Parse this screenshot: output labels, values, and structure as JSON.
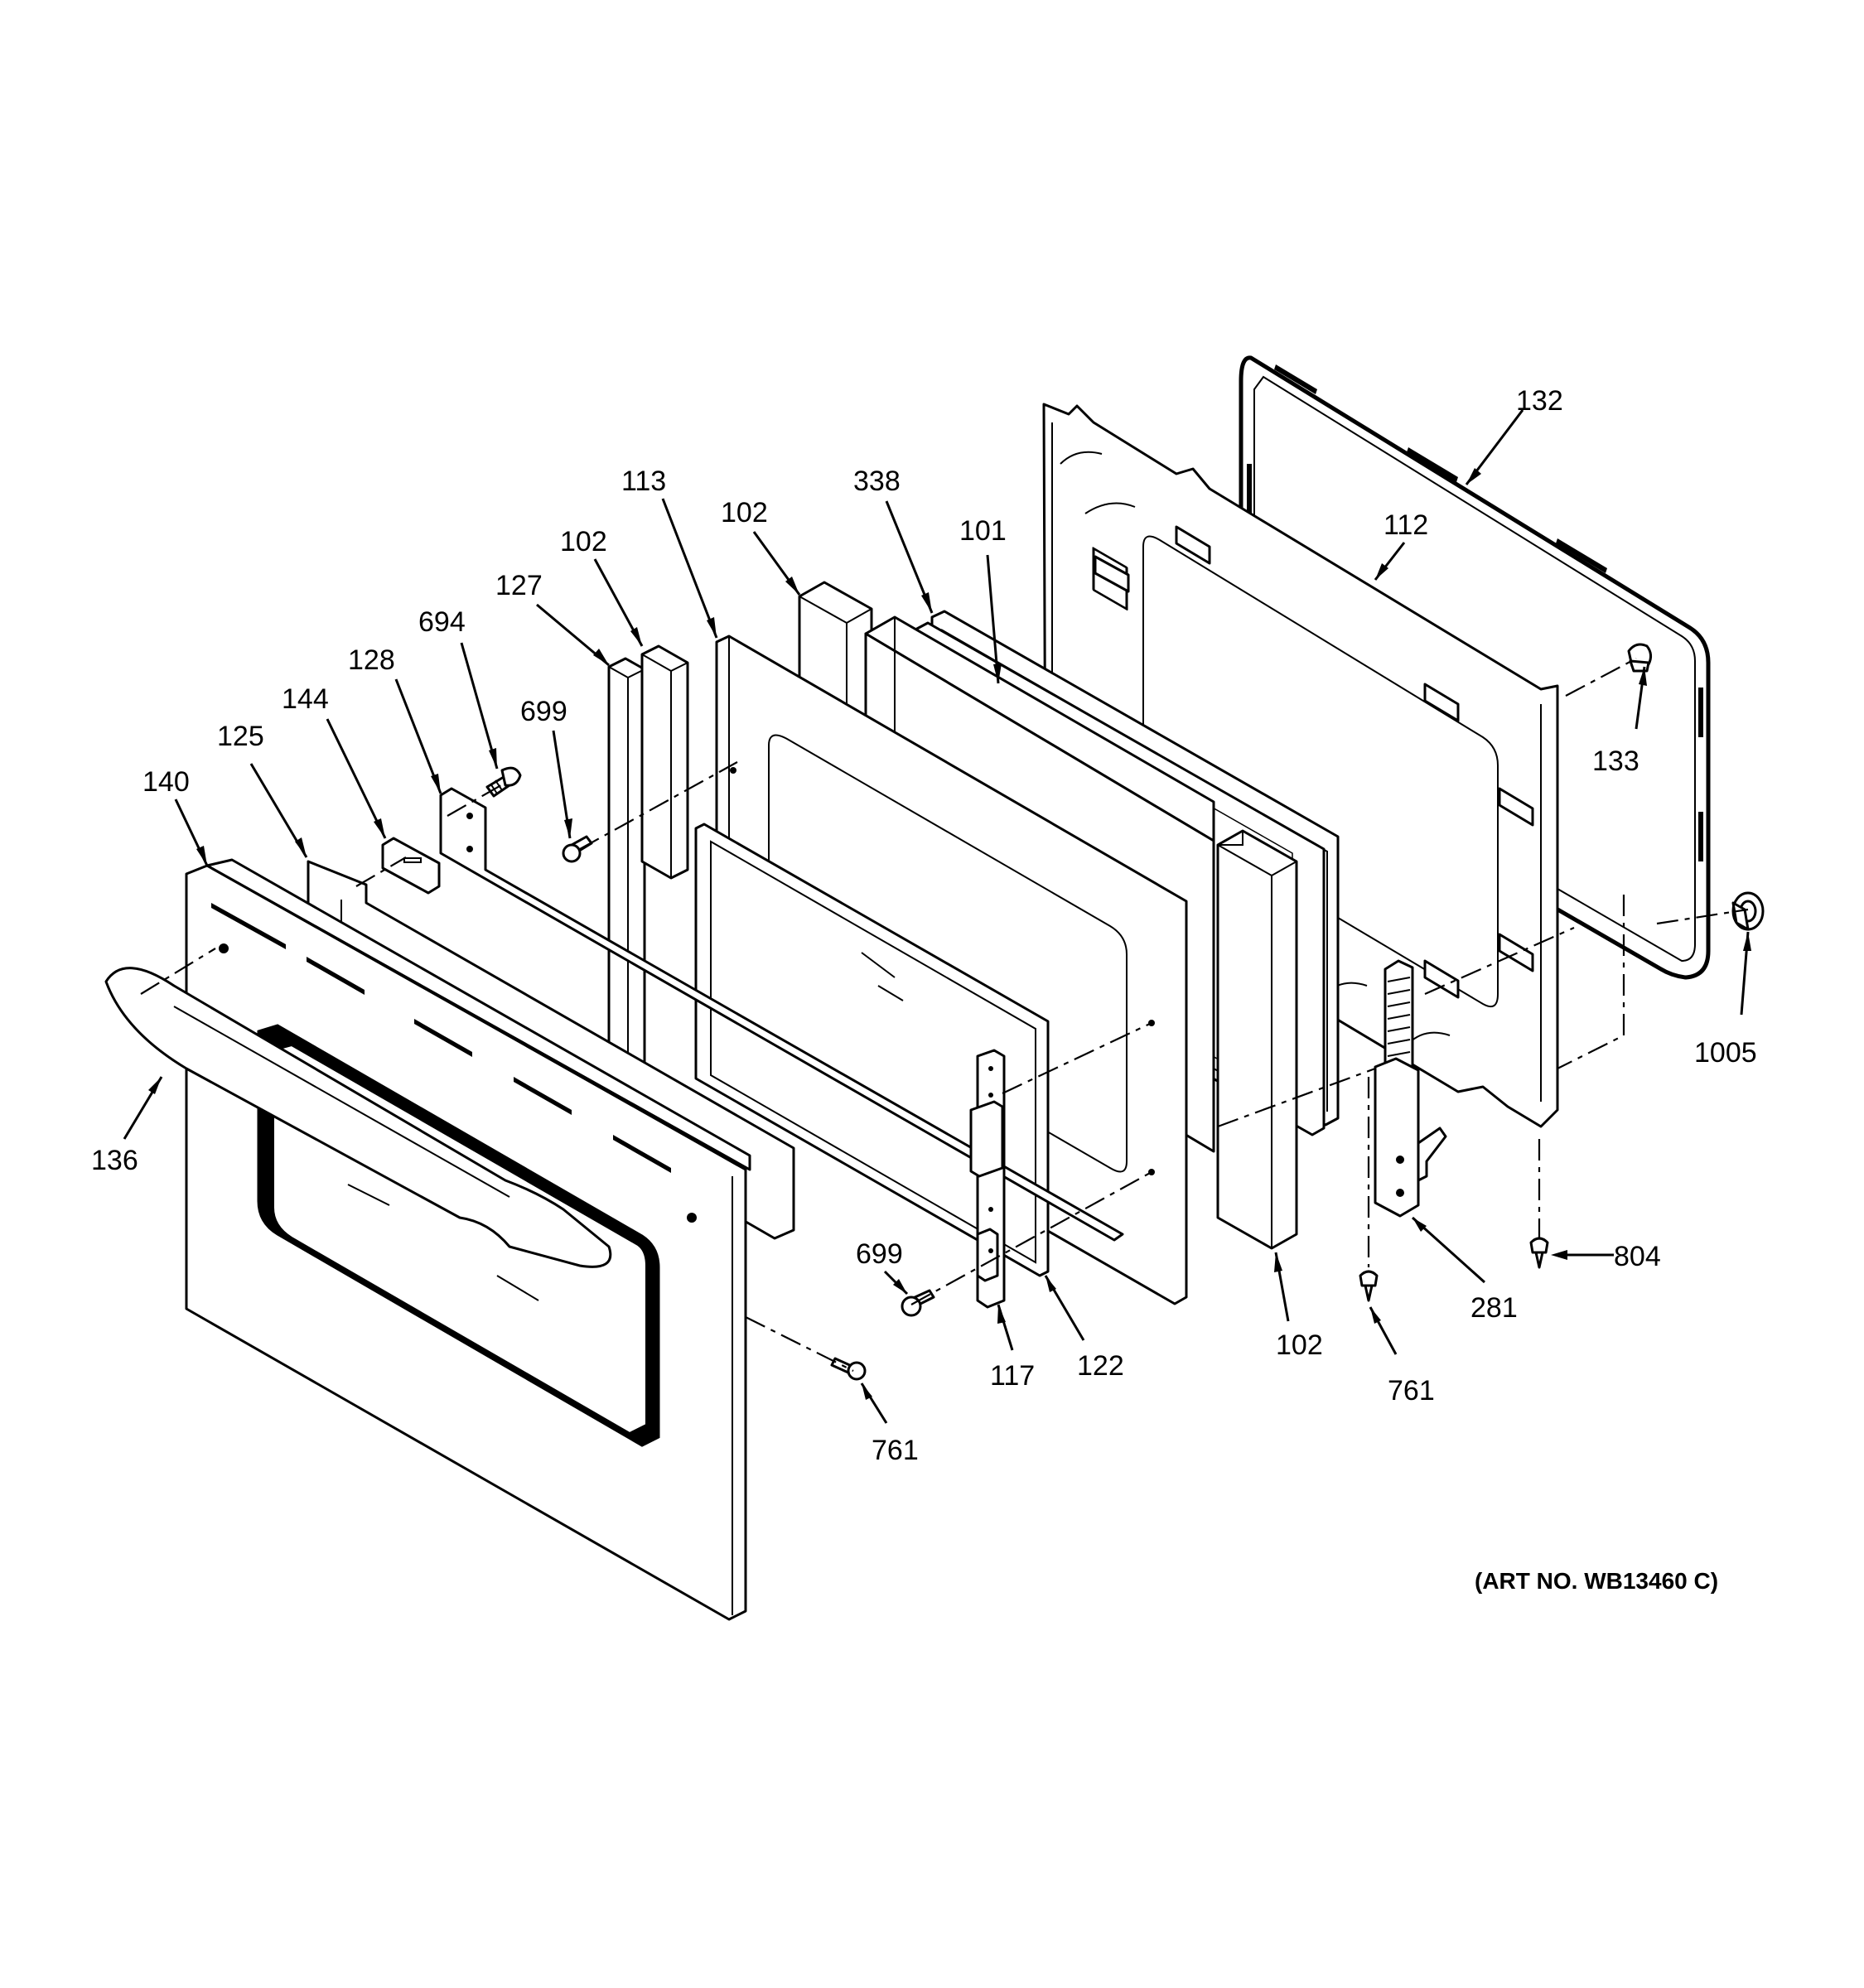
{
  "callouts": {
    "p132": "132",
    "p112": "112",
    "p133": "133",
    "p1005": "1005",
    "p804": "804",
    "p281": "281",
    "p761_right": "761",
    "p102_right": "102",
    "p122": "122",
    "p117": "117",
    "p699_lower": "699",
    "p761_lower": "761",
    "p136": "136",
    "p140": "140",
    "p125": "125",
    "p144": "144",
    "p128": "128",
    "p694": "694",
    "p699_upper": "699",
    "p127": "127",
    "p102_left": "102",
    "p113": "113",
    "p102_mid": "102",
    "p338": "338",
    "p101": "101"
  },
  "art_number": "(ART NO. WB13460 C)"
}
